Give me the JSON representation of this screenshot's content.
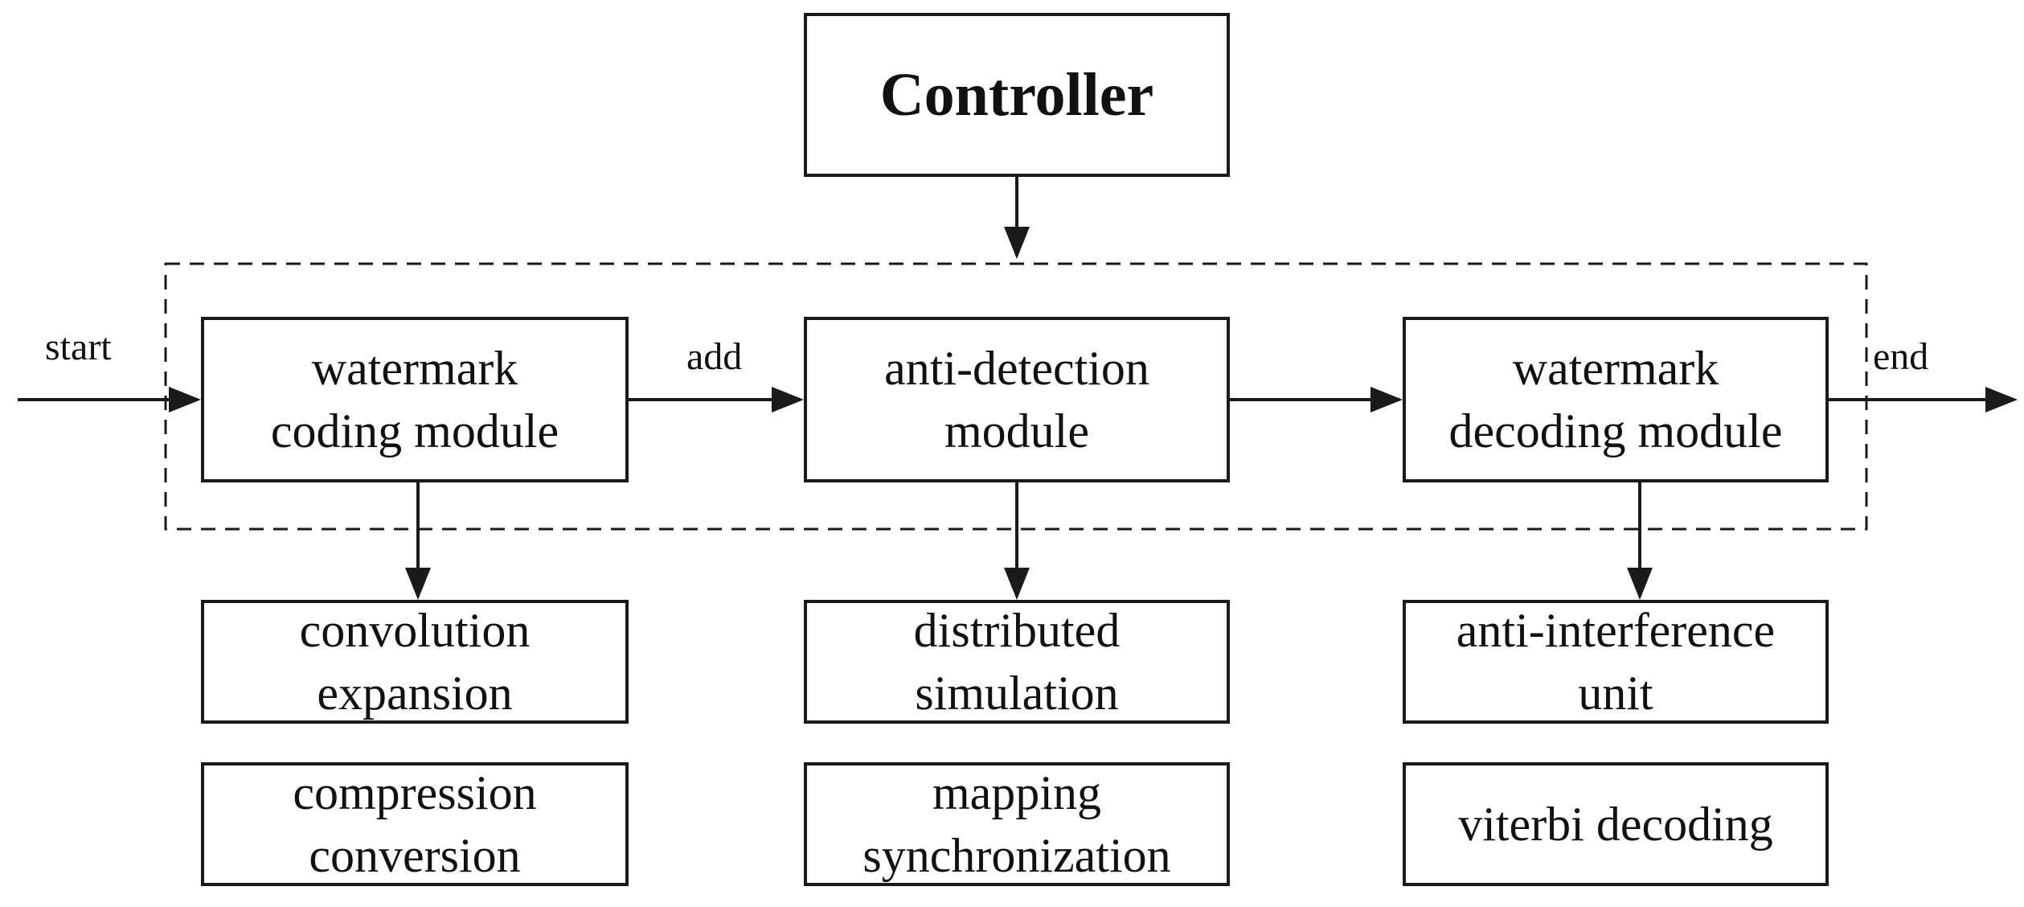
{
  "diagram": {
    "controller": "Controller",
    "modules": {
      "encoder": "watermark\ncoding module",
      "anti_detection": "anti-detection\nmodule",
      "decoder": "watermark\ndecoding module"
    },
    "submodules": {
      "convolution": "convolution\nexpansion",
      "compression": "compression\nconversion",
      "distributed": "distributed\nsimulation",
      "mapping": "mapping\nsynchronization",
      "anti_interference": "anti-interference\nunit",
      "viterbi": "viterbi decoding"
    },
    "flow_labels": {
      "start": "start",
      "add": "add",
      "end": "end"
    }
  }
}
